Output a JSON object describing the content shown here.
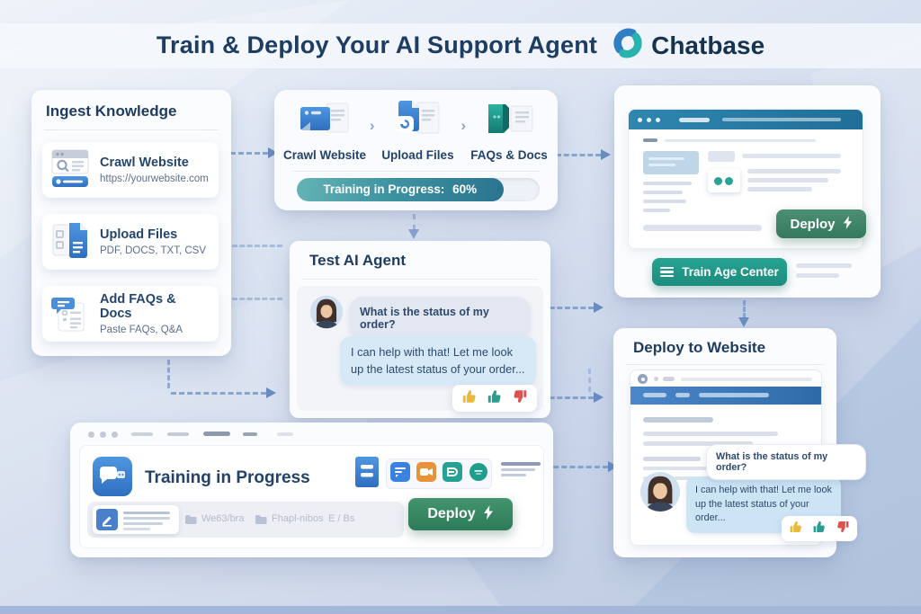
{
  "header": {
    "title": "Train & Deploy Your AI Support Agent",
    "brand": "Chatbase"
  },
  "icons": {
    "chevron": "›"
  },
  "ingest": {
    "title": "Ingest Knowledge",
    "cards": [
      {
        "icon": "crawl-website-icon",
        "title": "Crawl Website",
        "subtitle": "https://yourwebsite.com"
      },
      {
        "icon": "upload-files-icon",
        "title": "Upload Files",
        "subtitle": "PDF, DOCS, TXT, CSV"
      },
      {
        "icon": "faqs-docs-icon",
        "title": "Add FAQs & Docs",
        "subtitle": "Paste FAQs, Q&A"
      }
    ]
  },
  "pipeline": {
    "steps": [
      {
        "label": "Crawl Website"
      },
      {
        "label": "Upload Files"
      },
      {
        "label": "FAQs & Docs"
      }
    ],
    "progress_text": "Training in Progress:",
    "progress_value": "60%"
  },
  "test_agent": {
    "title": "Test AI Agent",
    "user_message": "What is the status of my order?",
    "agent_message": "I can help with that! Let me look up the latest status of your order..."
  },
  "training_window": {
    "title": "Training in Progress",
    "deploy_label": "Deploy",
    "sources": [
      "We63/bra",
      "Fhapl-nibos",
      "E / Bs"
    ]
  },
  "right_panel": {
    "deploy_label": "Deploy",
    "train_button_label": "Train Age Center"
  },
  "deploy_site": {
    "title": "Deploy to Website",
    "user_message": "What is the status of my order?",
    "agent_message": "I can help with that! Let me look up the latest status of your order..."
  },
  "colors": {
    "navy": "#1e3c62",
    "brand_blue": "#2f80c3",
    "brand_teal": "#29b2ae",
    "accent_teal": "#28a195",
    "deploy_green": "#2f7d58",
    "progress_teal": "#2a7390",
    "thumb_yellow": "#e8b93a",
    "thumb_teal": "#2a9d8f",
    "thumb_red": "#d9534f"
  }
}
